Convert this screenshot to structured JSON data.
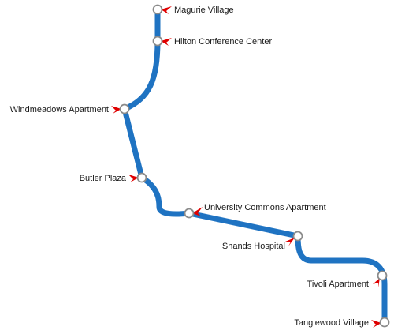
{
  "map": {
    "route_color": "#1f73c2",
    "marker_color": "#e00000",
    "stops": [
      {
        "name": "Magurie Village",
        "marker": "red-flag-icon"
      },
      {
        "name": "Hilton Conference Center",
        "marker": "red-flag-icon"
      },
      {
        "name": "Windmeadows Apartment",
        "marker": "red-flag-icon"
      },
      {
        "name": "Butler Plaza",
        "marker": "red-flag-icon"
      },
      {
        "name": "University Commons Apartment",
        "marker": "red-flag-icon"
      },
      {
        "name": "Shands Hospital",
        "marker": "red-flag-icon"
      },
      {
        "name": "Tivoli Apartment",
        "marker": "red-flag-icon"
      },
      {
        "name": "Tanglewood Village",
        "marker": "red-flag-icon"
      }
    ]
  }
}
